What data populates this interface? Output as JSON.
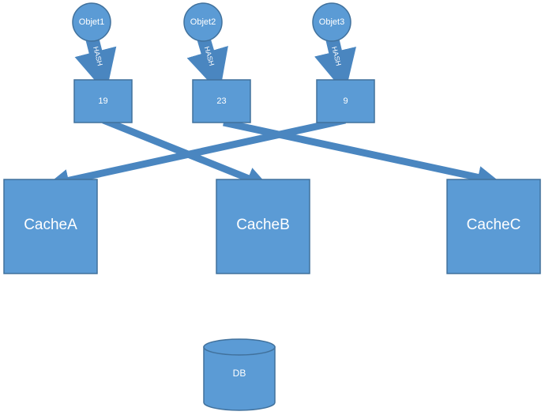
{
  "colors": {
    "fill": "#5b9bd5",
    "stroke": "#41719c",
    "arrow": "#4a86c0",
    "text": "#ffffff"
  },
  "objects": [
    {
      "id": "objet1",
      "label": "Objet1"
    },
    {
      "id": "objet2",
      "label": "Objet2"
    },
    {
      "id": "objet3",
      "label": "Objet3"
    }
  ],
  "hash_label": "HASH",
  "hash_values": [
    {
      "id": "h19",
      "label": "19"
    },
    {
      "id": "h23",
      "label": "23"
    },
    {
      "id": "h9",
      "label": "9"
    }
  ],
  "caches": [
    {
      "id": "cachea",
      "label": "CacheA"
    },
    {
      "id": "cacheb",
      "label": "CacheB"
    },
    {
      "id": "cachec",
      "label": "CacheC"
    }
  ],
  "db": {
    "label": "DB"
  },
  "edges": [
    {
      "from": "h19",
      "to": "cacheb"
    },
    {
      "from": "h23",
      "to": "cachec"
    },
    {
      "from": "h9",
      "to": "cachea"
    }
  ]
}
